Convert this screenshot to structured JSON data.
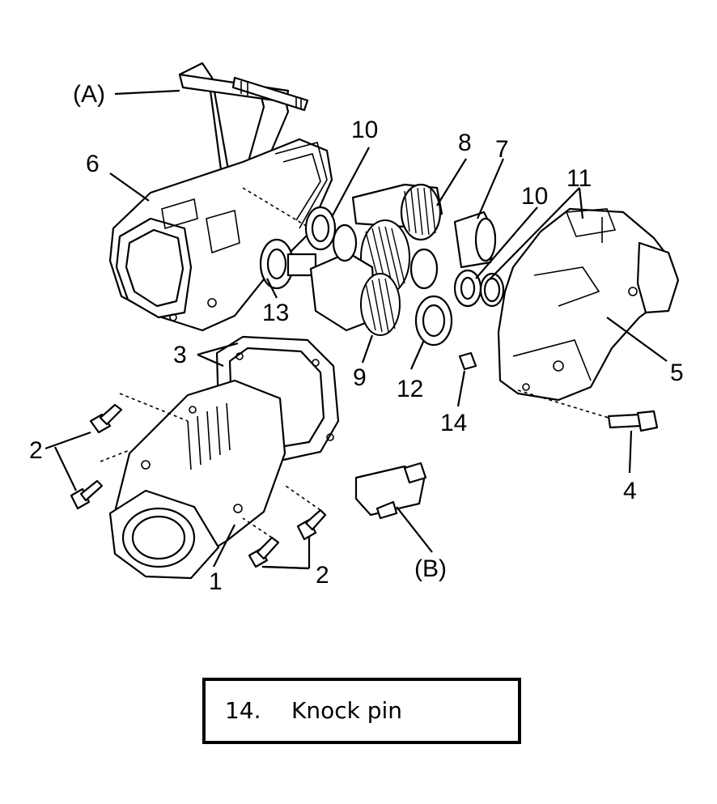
{
  "diagram": {
    "callouts": {
      "tool_a": "(A)",
      "tool_b": "(B)",
      "p1": "1",
      "p2_left": "2",
      "p2_right": "2",
      "p3": "3",
      "p4": "4",
      "p5": "5",
      "p6": "6",
      "p7": "7",
      "p8": "8",
      "p9": "9",
      "p10_left": "10",
      "p10_right": "10",
      "p11": "11",
      "p12": "12",
      "p13": "13",
      "p14": "14"
    }
  },
  "legend": {
    "number": "14.",
    "text": "Knock pin"
  }
}
